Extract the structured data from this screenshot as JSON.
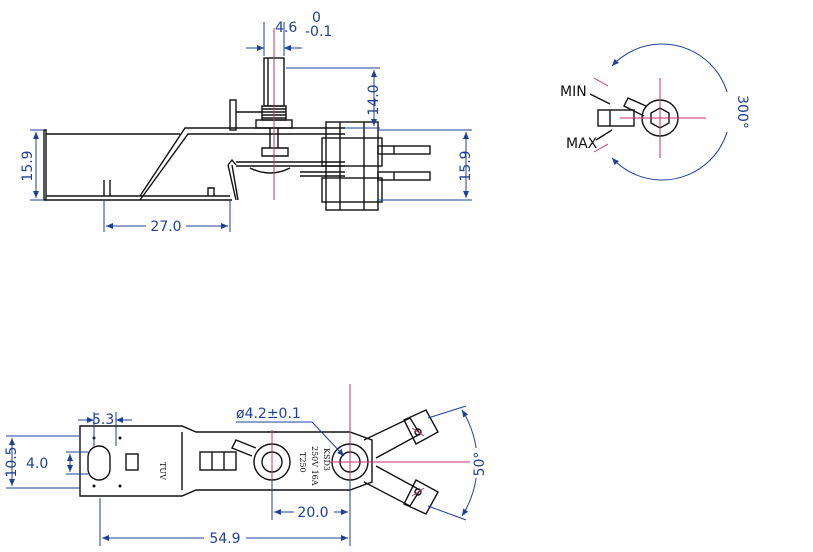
{
  "top_view": {
    "shaft_width": "4.6",
    "shaft_tol_upper": "0",
    "shaft_tol_lower": "-0.1",
    "shaft_height": "14.0",
    "left_height": "15.9",
    "right_height": "15.9",
    "base_length": "27.0"
  },
  "rotation_view": {
    "min_label": "MIN",
    "max_label": "MAX",
    "angle": "300°"
  },
  "bottom_view": {
    "slot_width": "5.3",
    "hole_diameter": "ø4.2±0.1",
    "hole_dia_left": "4.0",
    "left_height": "10.5",
    "hole_spacing": "20.0",
    "overall_length": "54.9",
    "terminal_angle": "50°",
    "marking_tuv": "TUV",
    "marking_model": "KSD3",
    "marking_rating": "250V 16A",
    "marking_temp": "T250"
  },
  "colors": {
    "dimension": "#1f3f9a",
    "centerline": "#c8326e",
    "outline": "#111111"
  }
}
